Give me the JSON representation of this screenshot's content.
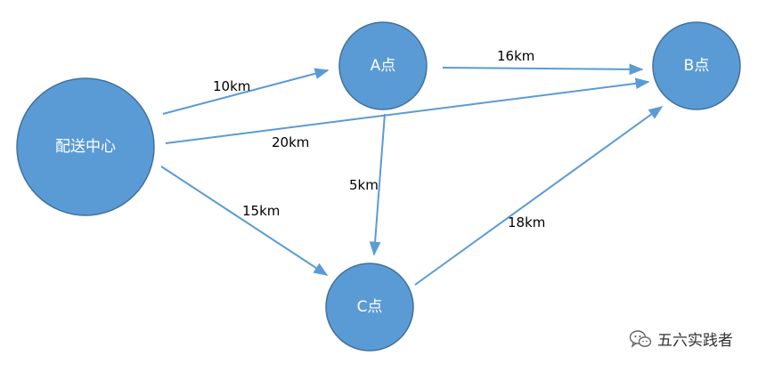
{
  "nodes": {
    "hub": {
      "label": "配送中心"
    },
    "a": {
      "label": "A点"
    },
    "b": {
      "label": "B点"
    },
    "c": {
      "label": "C点"
    }
  },
  "edges": {
    "hub_a": {
      "label": "10km"
    },
    "a_b": {
      "label": "16km"
    },
    "hub_b": {
      "label": "20km"
    },
    "a_c": {
      "label": "5km"
    },
    "hub_c": {
      "label": "15km"
    },
    "c_b": {
      "label": "18km"
    }
  },
  "watermark": {
    "text": "五六实践者",
    "icon": "wechat-icon"
  },
  "colors": {
    "node_fill": "#5b9bd5",
    "node_stroke": "#41719c",
    "edge": "#5b9bd5"
  }
}
